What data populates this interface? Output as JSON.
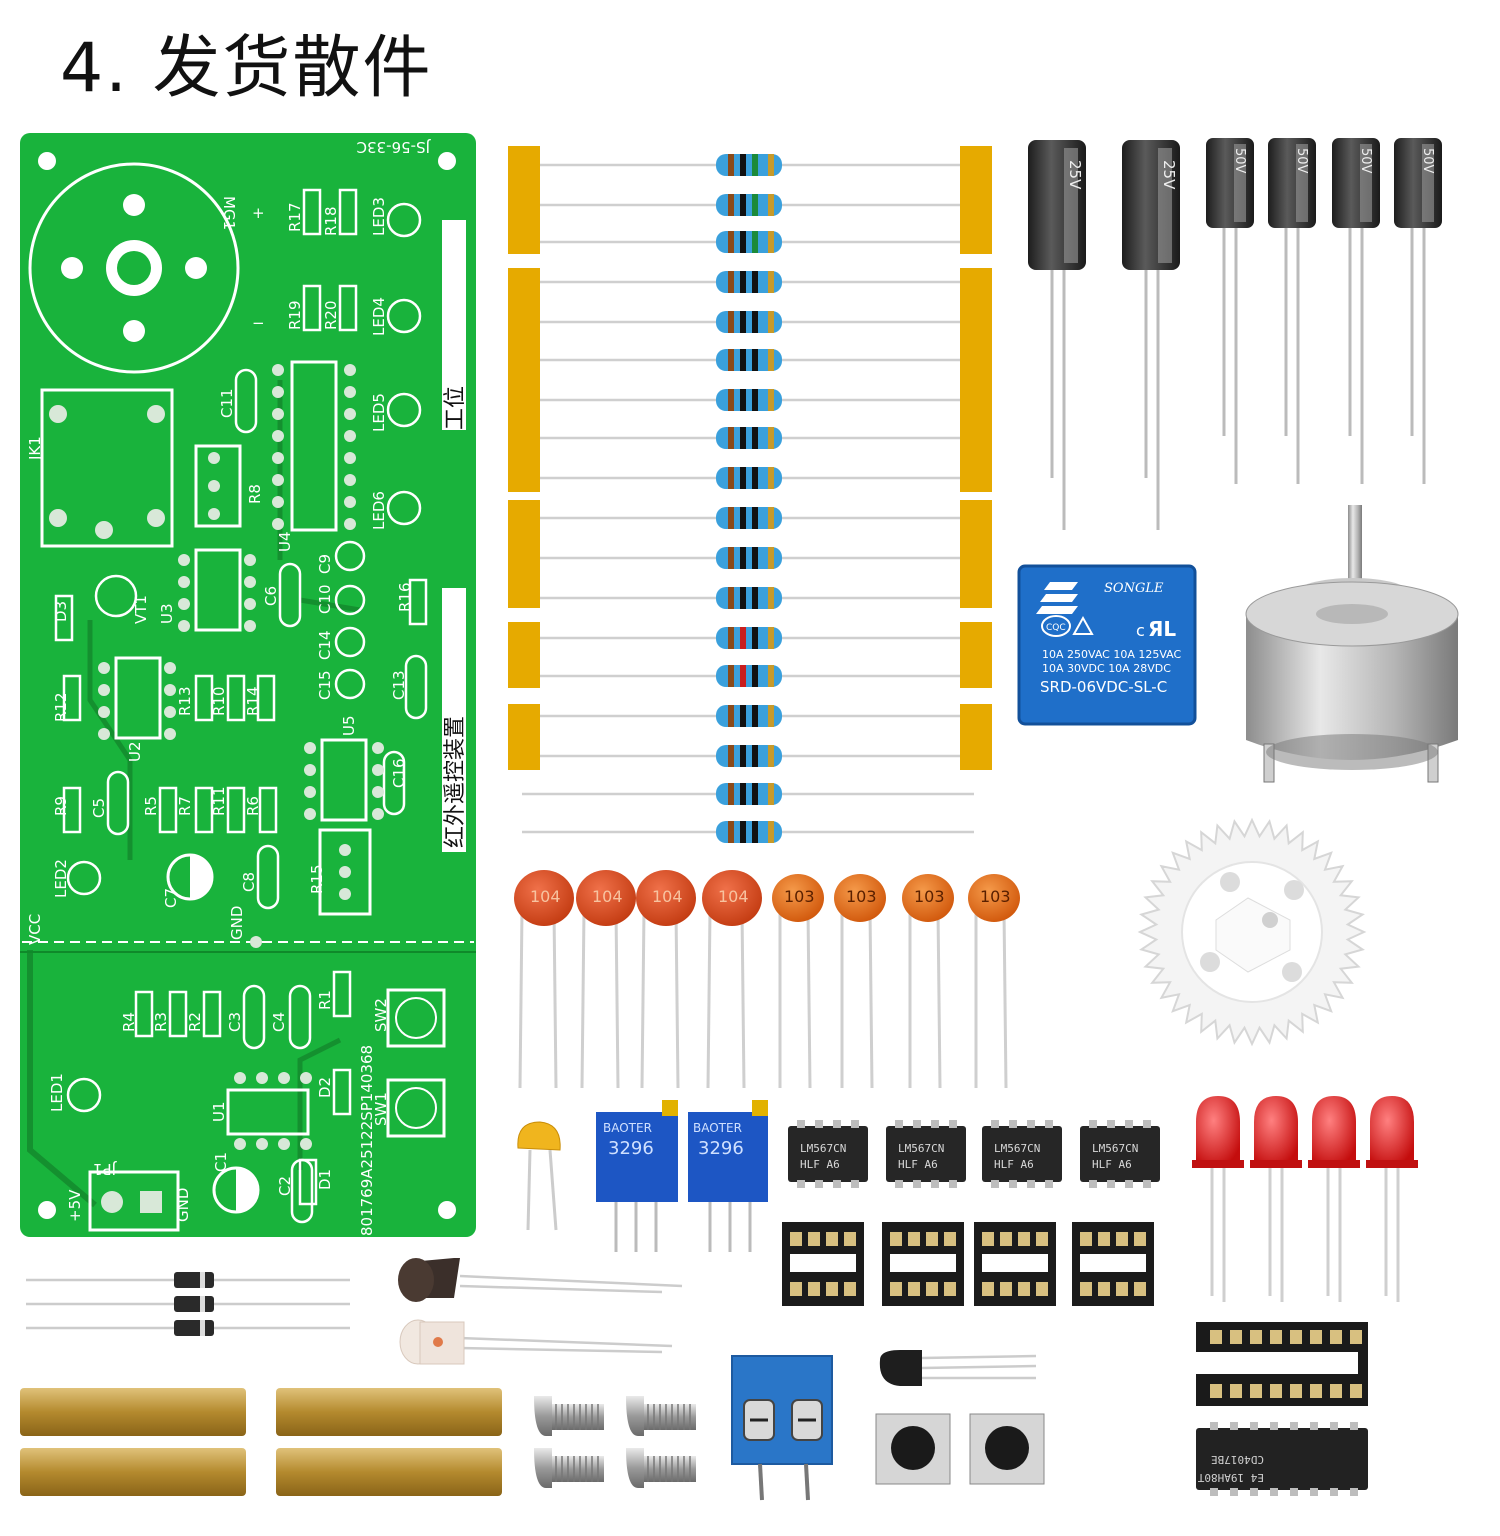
{
  "page": {
    "title": "4. 发货散件"
  },
  "pcb": {
    "board_code": "JS-56-33C",
    "vertical_label": "红外遥控装置",
    "station_label": "工位",
    "serial": "801769A25122SP140368",
    "net_vcc": "VCC",
    "net_gnd": "GND",
    "net_5v": "+5V",
    "label_mg1": "MG1",
    "label_jk1": "JK1",
    "label_jp1": "JP1",
    "labels": [
      "R17",
      "R18",
      "LED3",
      "R19",
      "R20",
      "LED4",
      "LED5",
      "LED6",
      "C11",
      "R8",
      "U4",
      "D3",
      "VT1",
      "U3",
      "C6",
      "C9",
      "C10",
      "C14",
      "C15",
      "R16",
      "C13",
      "R12",
      "R13",
      "R10",
      "R14",
      "U2",
      "U5",
      "R9",
      "C5",
      "R5",
      "R7",
      "R11",
      "R6",
      "C16",
      "LED2",
      "C7",
      "C8",
      "R15",
      "R4",
      "R3",
      "R2",
      "C3",
      "C4",
      "R1",
      "SW2",
      "LED1",
      "U1",
      "D2",
      "SW1",
      "C1",
      "C2",
      "D1"
    ]
  },
  "parts": {
    "cap_25v": "25V",
    "cap_50v": "50V",
    "relay_brand": "SONGLE",
    "relay_rating_1": "10A 250VAC  10A 125VAC",
    "relay_rating_2": "10A  30VDC  10A  28VDC",
    "relay_model": "SRD-06VDC-SL-C",
    "ceramic_104": "104",
    "ceramic_103": "103",
    "pot_brand": "BAOTER",
    "pot_model": "3296",
    "ic_lm567": "LM567CN",
    "ic_lm567_sub": "HLF    A6",
    "ic_cd4017": "CD4017BE",
    "ic_cd4017_sub": "E4  19AH80T"
  },
  "colors": {
    "pcb_green": "#19b33c",
    "tape_orange": "#e6aa00",
    "relay_blue": "#1f6fc9",
    "ceramic_orange": "#e06c10",
    "led_red": "#d91414",
    "brass": "#c29a3a"
  }
}
